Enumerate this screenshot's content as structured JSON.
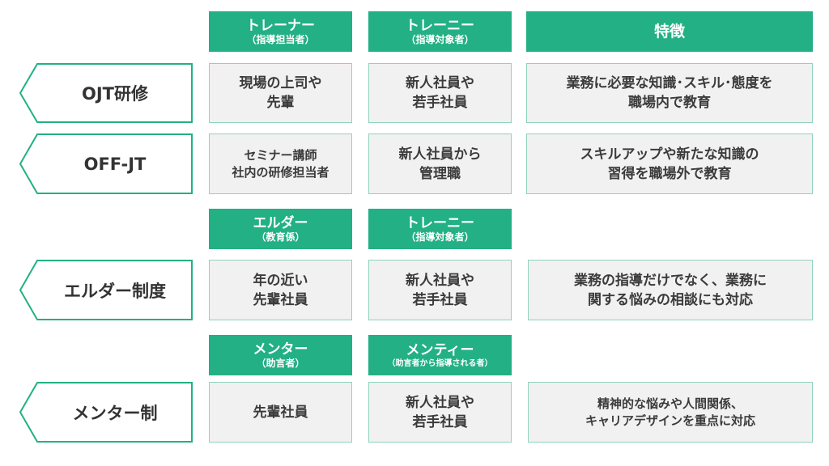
{
  "rows": [
    {
      "label": "OJT研修",
      "cells": [
        "現場の上司や\n先輩",
        "新人社員や\n若手社員",
        "業務に必要な知識･スキル･態度を\n職場内で教育"
      ]
    },
    {
      "label": "OFF-JT",
      "cells": [
        "セミナー講師\n社内の研修担当者",
        "新人社員から\n管理職",
        "スキルアップや新たな知識の\n習得を職場外で教育"
      ]
    },
    {
      "label": "エルダー制度",
      "cells": [
        "年の近い\n先輩社員",
        "新人社員や\n若手社員",
        "業務の指導だけでなく、業務に\n関する悩みの相談にも対応"
      ]
    },
    {
      "label": "メンター制",
      "cells": [
        "先輩社員",
        "新人社員や\n若手社員",
        "精神的な悩みや人間関係、\nキャリアデザインを重点に対応"
      ]
    }
  ],
  "headers": {
    "group1": {
      "col1_title": "トレーナー",
      "col1_sub": "（指導担当者）",
      "col2_title": "トレーニー",
      "col2_sub": "（指導対象者）",
      "col3_title": "特徴"
    },
    "group2": {
      "col1_title": "エルダー",
      "col1_sub": "（教育係）",
      "col2_title": "トレーニー",
      "col2_sub": "（指導対象者）"
    },
    "group3": {
      "col1_title": "メンター",
      "col1_sub": "（助言者）",
      "col2_title": "メンティー",
      "col2_sub": "（助言者から指導される者）"
    }
  },
  "colors": {
    "header_green": "#22b084",
    "label_border": "#22b084",
    "cell_bg": "#f1f1f1",
    "cell_border": "#8fd3bc"
  }
}
